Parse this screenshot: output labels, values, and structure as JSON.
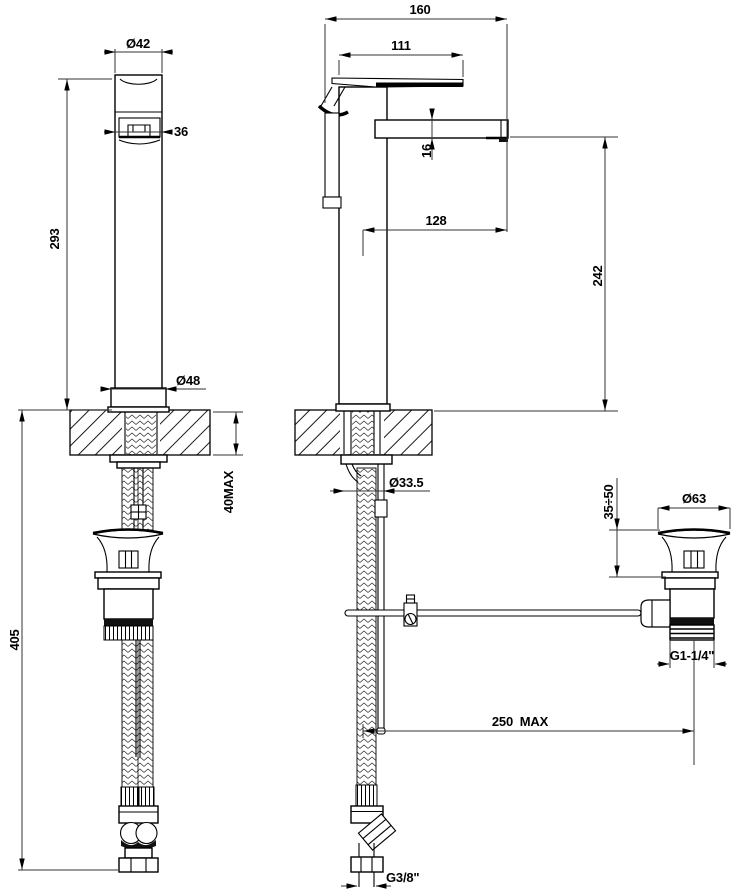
{
  "drawing": {
    "subject": "single-lever basin mixer with pop-up waste - installation dimensions",
    "front_view": {
      "spout_diameter": "Ø42",
      "spout_face_width": "36",
      "height_above_deck": "293",
      "base_diameter": "Ø48",
      "deck_thickness_max": "40MAX",
      "hose_length": "405"
    },
    "side_view": {
      "total_depth": "160",
      "handle_depth": "111",
      "spout_thickness": "16",
      "spout_projection": "128",
      "spout_height_above_deck": "242",
      "shank_diameter": "Ø33.5",
      "waste_height_range": "35÷50",
      "waste_cap_diameter": "Ø63",
      "waste_thread": "G1-1/4\"",
      "rod_reach_max": "250  MAX",
      "hose_thread": "G3/8\""
    }
  }
}
